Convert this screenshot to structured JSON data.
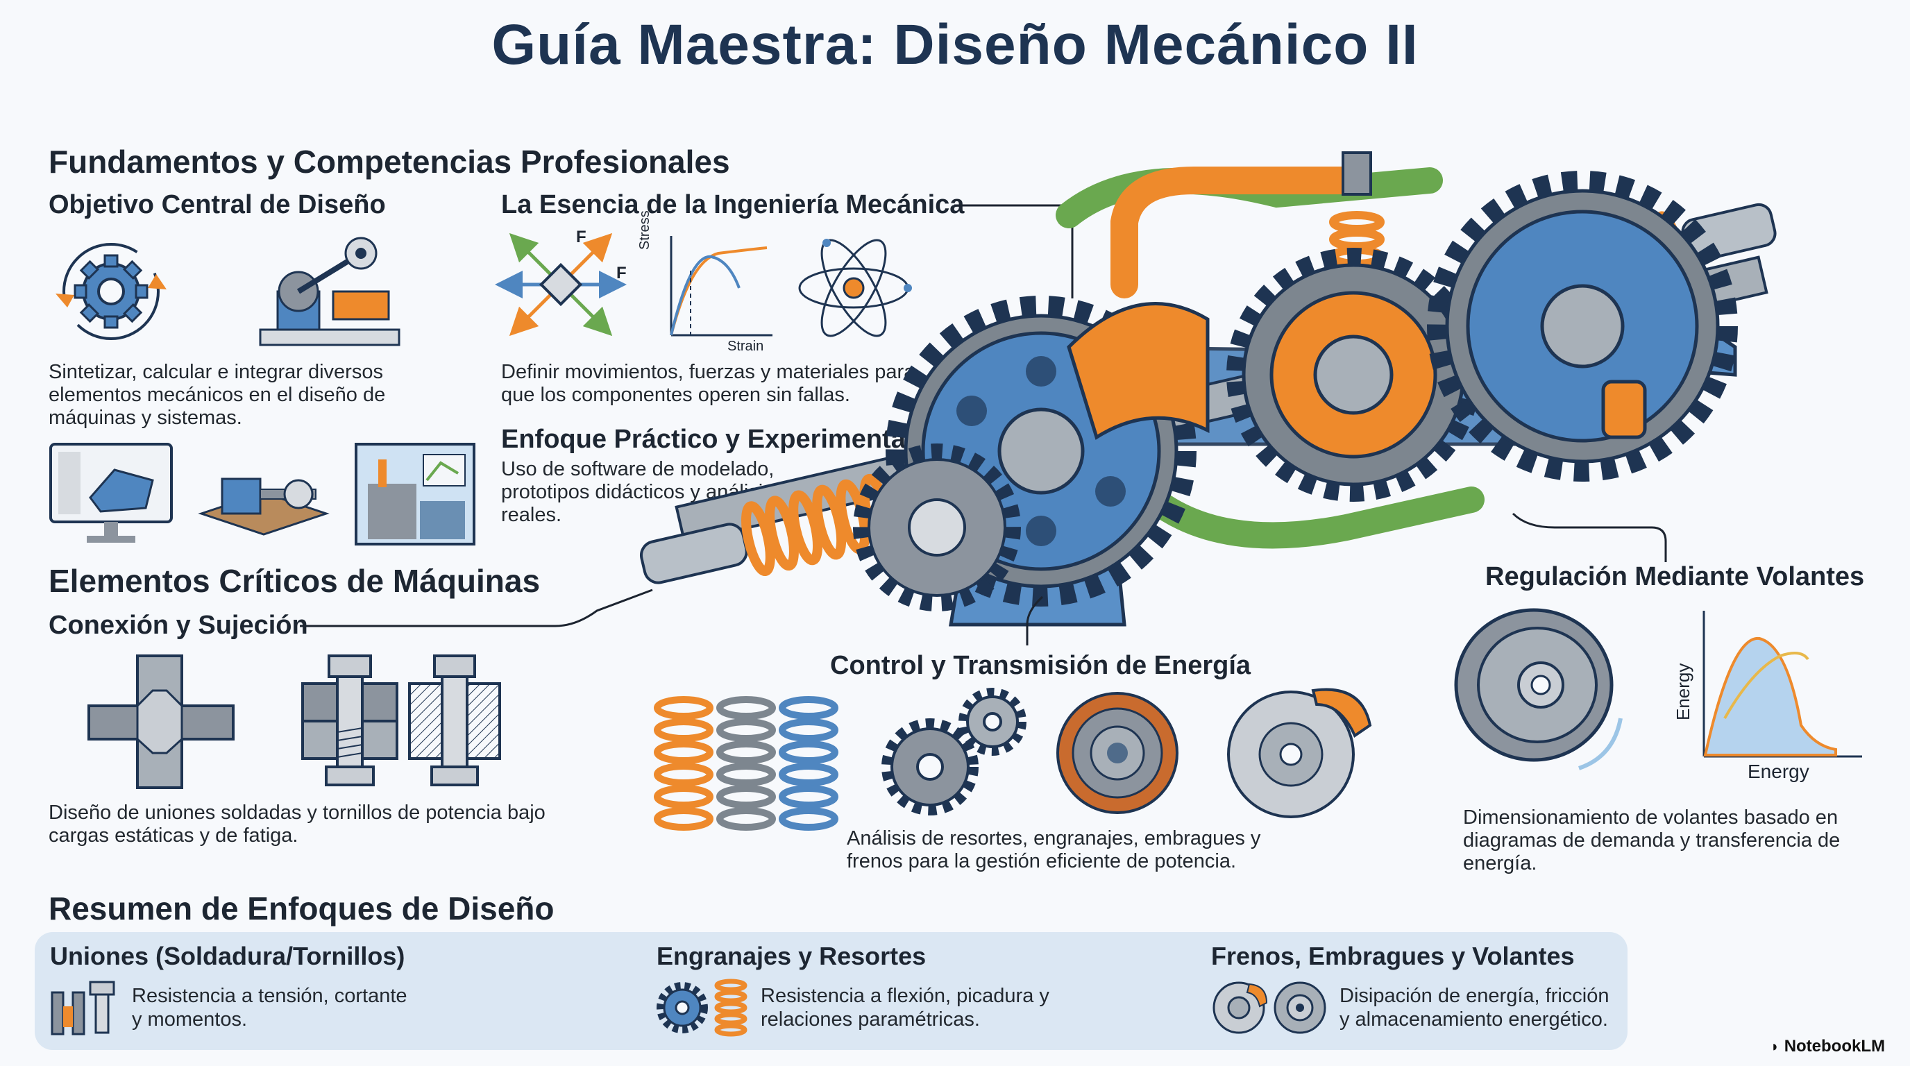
{
  "title": "Guía Maestra: Diseño Mecánico II",
  "fundamentos": {
    "heading": "Fundamentos y Competencias Profesionales",
    "objetivo": {
      "heading": "Objetivo Central de Diseño",
      "text": "Sintetizar, calcular e integrar diversos elementos mecánicos en el diseño de máquinas y sistemas."
    },
    "esencia": {
      "heading": "La Esencia de la Ingeniería Mecánica",
      "text": "Definir movimientos, fuerzas y materiales para que los componentes operen sin fallas.",
      "force_label_1": "F",
      "force_label_2": "F",
      "stress_label": "Stress",
      "strain_label": "Strain"
    },
    "enfoque": {
      "heading": "Enfoque Práctico y Experimental",
      "text": "Uso de software de modelado, prototipos didácticos y análisis de casos reales."
    }
  },
  "elementos": {
    "heading": "Elementos Críticos de Máquinas",
    "conexion": {
      "heading": "Conexión y Sujeción",
      "text": "Diseño de uniones soldadas y tornillos de potencia bajo cargas estáticas y de fatiga."
    }
  },
  "control": {
    "heading": "Control y Transmisión de Energía",
    "text": "Análisis de resortes, engranajes, embragues y frenos para la gestión eficiente de potencia."
  },
  "volantes": {
    "heading": "Regulación Mediante Volantes",
    "text": "Dimensionamiento de volantes basado en diagramas de demanda y transferencia de energía.",
    "y_label": "Energy",
    "x_label": "Energy"
  },
  "resumen": {
    "heading": "Resumen de Enfoques de Diseño",
    "items": [
      {
        "title": "Uniones (Soldadura/Tornillos)",
        "text": "Resistencia a tensión, cortante y momentos."
      },
      {
        "title": "Engranajes y Resortes",
        "text": "Resistencia a flexión, picadura y relaciones paramétricas."
      },
      {
        "title": "Frenos, Embragues y Volantes",
        "text": "Disipación de energía, fricción y almacenamiento energético."
      }
    ]
  },
  "brand": "NotebookLM",
  "colors": {
    "navy": "#1e3452",
    "blue": "#4f86c0",
    "orange": "#ee8a2c",
    "green": "#6aa84f",
    "steel": "#8c949e"
  }
}
